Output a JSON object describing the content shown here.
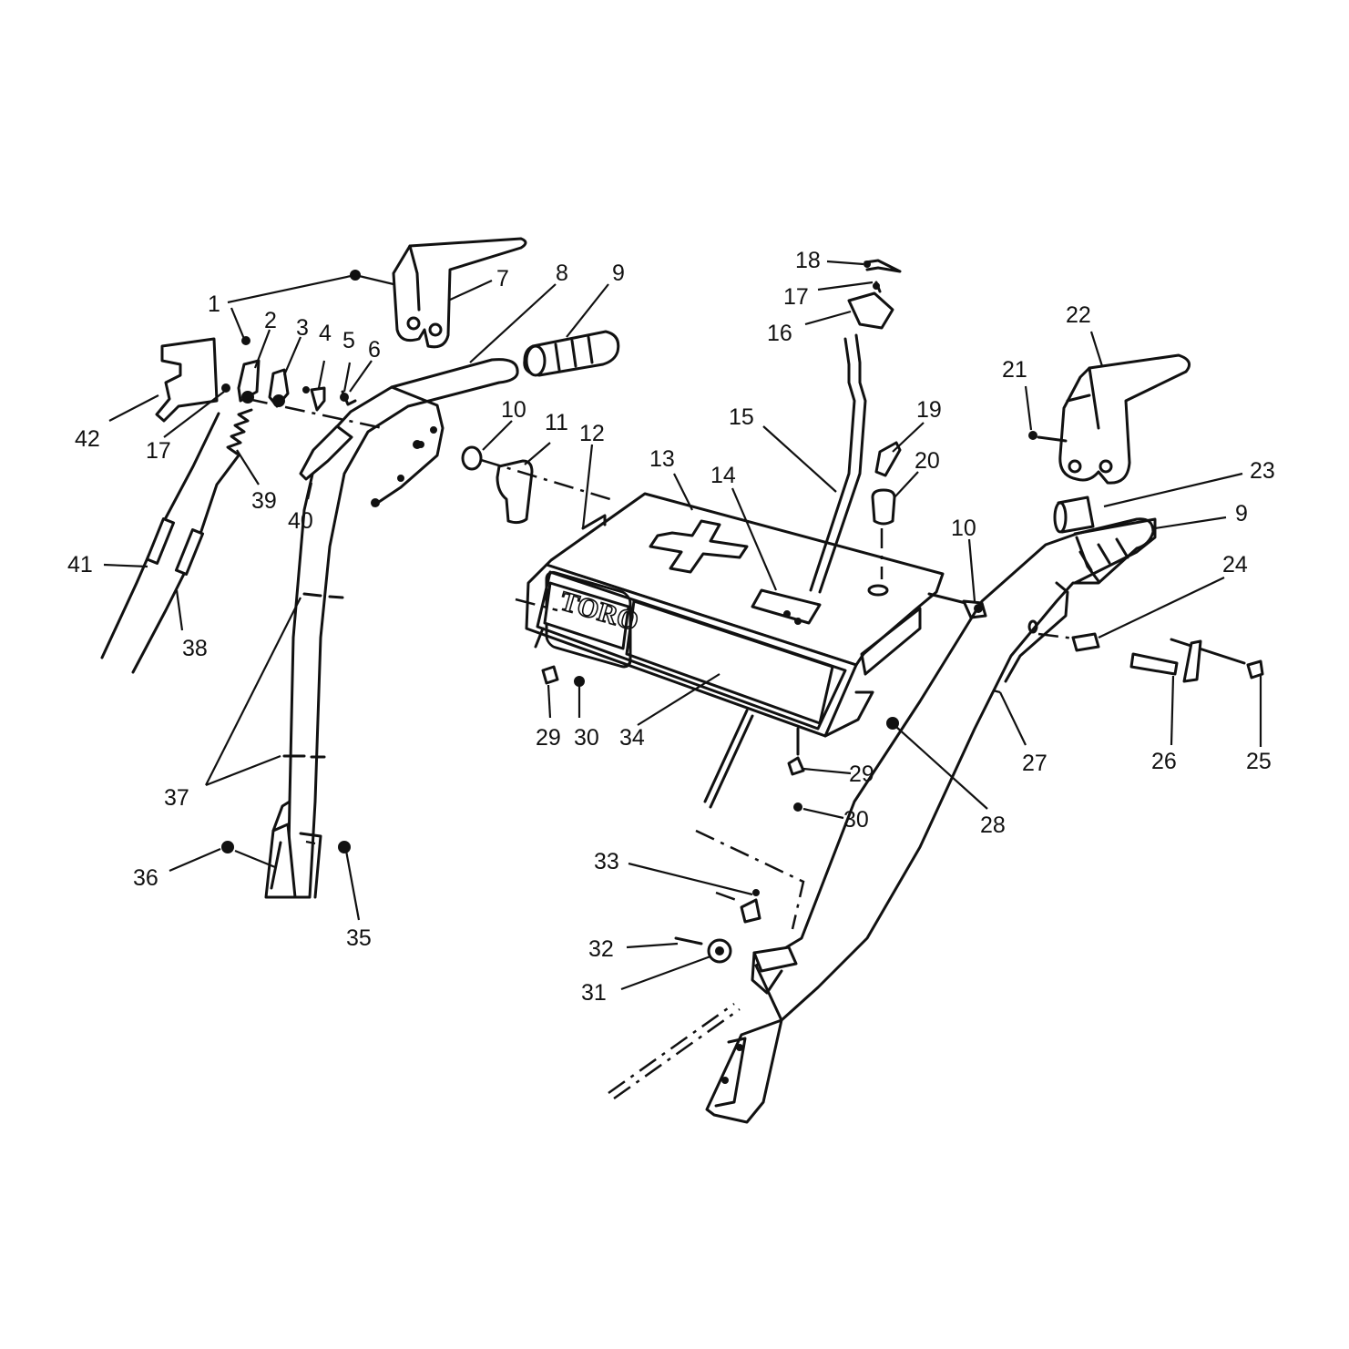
{
  "diagram": {
    "logo_text": "TORO",
    "callouts": [
      "1",
      "2",
      "3",
      "4",
      "5",
      "6",
      "7",
      "8",
      "9",
      "10",
      "11",
      "12",
      "13",
      "14",
      "15",
      "16",
      "17",
      "18",
      "19",
      "20",
      "21",
      "22",
      "23",
      "9",
      "24",
      "10",
      "25",
      "26",
      "27",
      "28",
      "29",
      "30",
      "29",
      "30",
      "31",
      "32",
      "33",
      "34",
      "35",
      "36",
      "37",
      "38",
      "39",
      "40",
      "41",
      "42",
      "17"
    ]
  }
}
